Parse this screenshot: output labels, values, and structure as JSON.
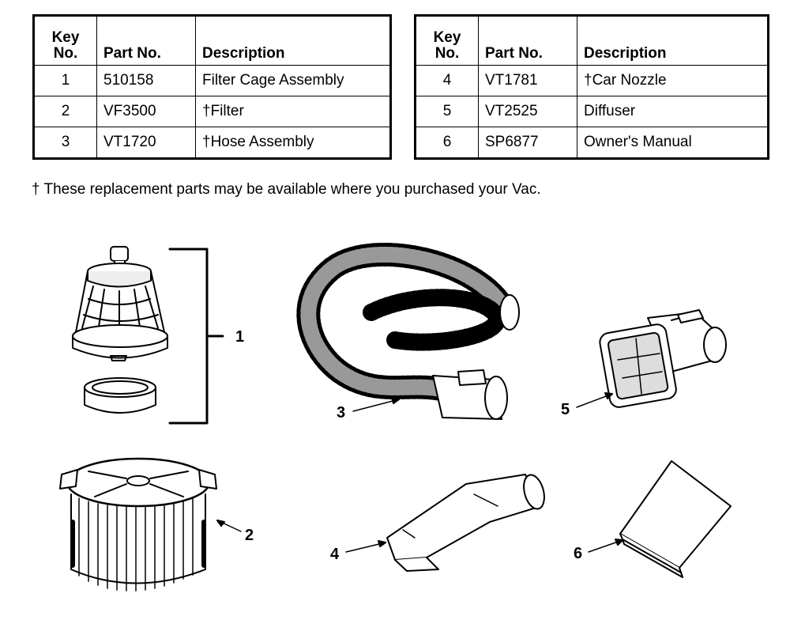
{
  "headers": {
    "key_no": "Key\nNo.",
    "part_no": "Part No.",
    "description": "Description"
  },
  "parts_left": [
    {
      "key": "1",
      "part": "510158",
      "desc": "Filter Cage Assembly"
    },
    {
      "key": "2",
      "part": "VF3500",
      "desc": "†Filter"
    },
    {
      "key": "3",
      "part": "VT1720",
      "desc": "†Hose Assembly"
    }
  ],
  "parts_right": [
    {
      "key": "4",
      "part": "VT1781",
      "desc": "†Car Nozzle"
    },
    {
      "key": "5",
      "part": "VT2525",
      "desc": "Diffuser"
    },
    {
      "key": "6",
      "part": "SP6877",
      "desc": "Owner's Manual"
    }
  ],
  "footnote": "† These replacement parts may be available where you purchased your Vac.",
  "callouts": {
    "c1": "1",
    "c2": "2",
    "c3": "3",
    "c4": "4",
    "c5": "5",
    "c6": "6"
  }
}
